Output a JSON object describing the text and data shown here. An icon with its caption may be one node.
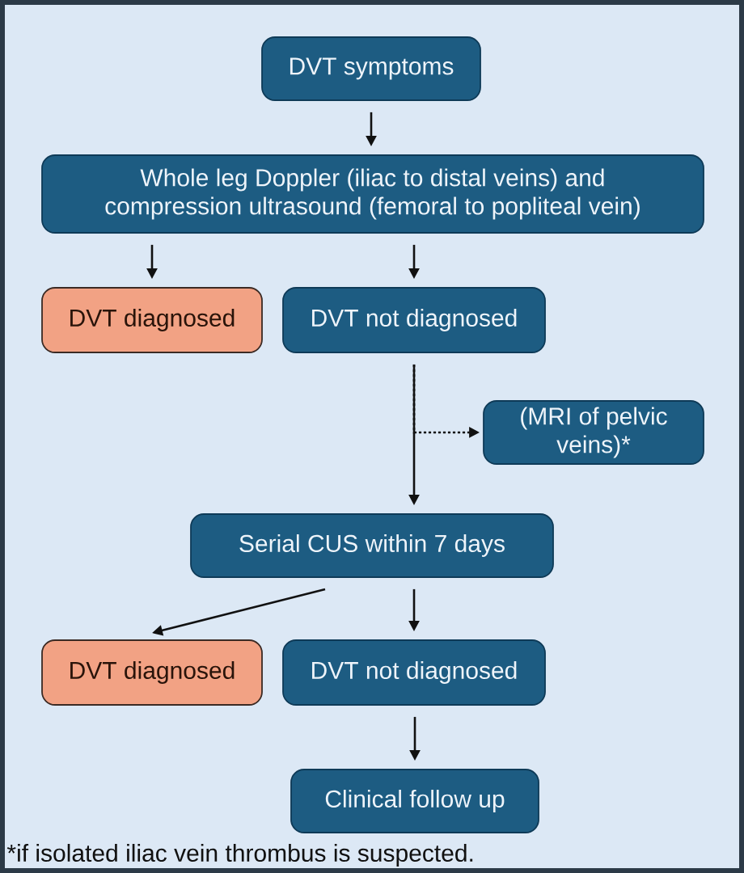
{
  "diagram": {
    "nodes": [
      {
        "text": [
          "DVT symptoms"
        ]
      },
      {
        "text": [
          "Whole leg Doppler (iliac to distal veins) and compression ultrasound (femoral to popliteal vein)"
        ]
      },
      {
        "text": [
          "DVT diagnosed"
        ]
      },
      {
        "text": [
          "DVT not diagnosed"
        ]
      },
      {
        "text": [
          "(MRI of pelvic veins)*"
        ]
      },
      {
        "text": [
          "Serial CUS within 7 days"
        ]
      },
      {
        "text": [
          "DVT diagnosed"
        ]
      },
      {
        "text": [
          "DVT not diagnosed"
        ]
      },
      {
        "text": [
          "Clinical follow up"
        ]
      }
    ],
    "edges": [
      {
        "from": 0,
        "to": 1,
        "arrow": "to"
      },
      {
        "from": 1,
        "to": 2,
        "arrow": "to"
      },
      {
        "from": 1,
        "to": 3,
        "arrow": "to"
      },
      {
        "from": 3,
        "to": 5,
        "arrow": "to"
      },
      {
        "from": 3,
        "to": 4,
        "arrow": "to",
        "style": "dashed"
      },
      {
        "from": 5,
        "to": 6,
        "arrow": "to"
      },
      {
        "from": 5,
        "to": 7,
        "arrow": "to"
      },
      {
        "from": 7,
        "to": 8,
        "arrow": "to"
      }
    ],
    "labels": [
      "*if isolated iliac vein thrombus is suspected."
    ]
  }
}
